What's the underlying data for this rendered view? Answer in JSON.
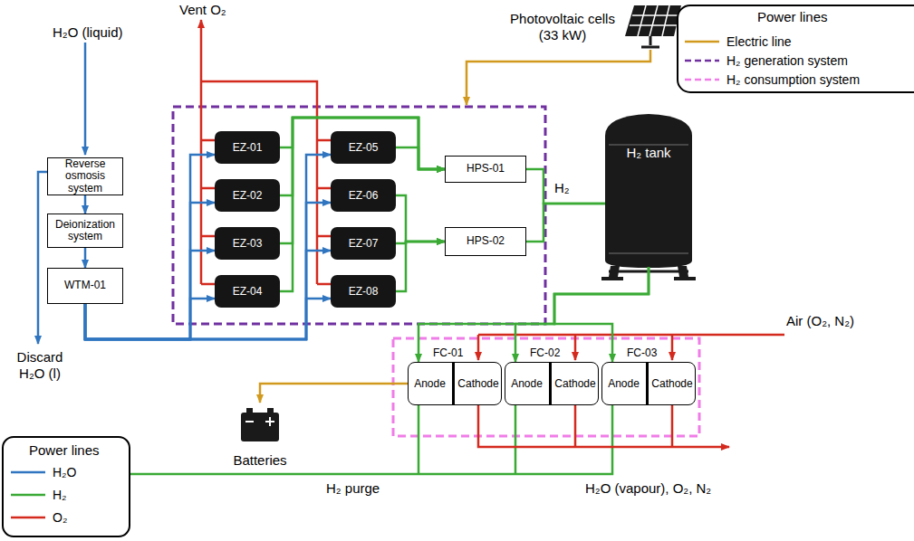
{
  "diagram": {
    "nodes": [
      {
        "text": [
          "Reverse osmosis system"
        ]
      },
      {
        "text": [
          "Deionization system"
        ]
      },
      {
        "text": [
          "WTM-01"
        ]
      },
      {
        "text": [
          "EZ-01"
        ]
      },
      {
        "text": [
          "EZ-02"
        ]
      },
      {
        "text": [
          "EZ-03"
        ]
      },
      {
        "text": [
          "EZ-04"
        ]
      },
      {
        "text": [
          "EZ-05"
        ]
      },
      {
        "text": [
          "EZ-06"
        ]
      },
      {
        "text": [
          "EZ-07"
        ]
      },
      {
        "text": [
          "EZ-08"
        ]
      },
      {
        "text": [
          "HPS-01"
        ]
      },
      {
        "text": [
          "HPS-02"
        ]
      },
      {
        "text": [
          "H₂ tank"
        ]
      },
      {
        "text": [
          "Photovoltaic cells (33 kW)"
        ]
      },
      {
        "text": [
          "FC-01"
        ]
      },
      {
        "text": [
          "Anode"
        ],
        "in": 15
      },
      {
        "text": [
          "Cathode"
        ],
        "in": 15
      },
      {
        "text": [
          "FC-02"
        ]
      },
      {
        "text": [
          "Anode"
        ],
        "in": 18
      },
      {
        "text": [
          "Cathode"
        ],
        "in": 18
      },
      {
        "text": [
          "FC-03"
        ]
      },
      {
        "text": [
          "Anode"
        ],
        "in": 21
      },
      {
        "text": [
          "Cathode"
        ],
        "in": 21
      },
      {
        "text": [
          "Batteries"
        ]
      }
    ],
    "edges": [
      {
        "from": 0,
        "to": 1,
        "arrow": "to"
      },
      {
        "from": 1,
        "to": 2,
        "arrow": "to"
      },
      {
        "from": 2,
        "to": 3,
        "arrow": "to"
      },
      {
        "from": 2,
        "to": 4,
        "arrow": "to"
      },
      {
        "from": 2,
        "to": 5,
        "arrow": "to"
      },
      {
        "from": 2,
        "to": 6,
        "arrow": "to"
      },
      {
        "from": 2,
        "to": 7,
        "arrow": "to"
      },
      {
        "from": 2,
        "to": 8,
        "arrow": "to"
      },
      {
        "from": 2,
        "to": 9,
        "arrow": "to"
      },
      {
        "from": 2,
        "to": 10,
        "arrow": "to"
      },
      {
        "from": 3,
        "to": 11,
        "arrow": "to"
      },
      {
        "from": 4,
        "to": 11,
        "arrow": "to"
      },
      {
        "from": 5,
        "to": 11,
        "arrow": "to"
      },
      {
        "from": 6,
        "to": 11,
        "arrow": "to"
      },
      {
        "from": 7,
        "to": 11,
        "arrow": "to"
      },
      {
        "from": 8,
        "to": 12,
        "arrow": "to"
      },
      {
        "from": 9,
        "to": 12,
        "arrow": "to"
      },
      {
        "from": 10,
        "to": 12,
        "arrow": "to"
      },
      {
        "from": 11,
        "to": 13,
        "arrow": "none"
      },
      {
        "from": 12,
        "to": 13,
        "arrow": "none"
      },
      {
        "from": 13,
        "to": 16,
        "arrow": "to"
      },
      {
        "from": 13,
        "to": 19,
        "arrow": "to"
      },
      {
        "from": 13,
        "to": 22,
        "arrow": "to"
      },
      {
        "from": 15,
        "to": 24,
        "arrow": "to"
      }
    ],
    "labels": [
      "H₂O (liquid)",
      "Vent O₂",
      "Discard H₂O (l)",
      "H₂",
      "Air (O₂, N₂)",
      "H₂ purge",
      "H₂O (vapour), O₂, N₂",
      "Power lines",
      "Power lines"
    ],
    "legend": [
      {
        "text": "Electric line"
      },
      {
        "text": "H₂ generation system"
      },
      {
        "text": "H₂ consumption system"
      },
      {
        "text": "H₂O"
      },
      {
        "text": "H₂"
      },
      {
        "text": "O₂"
      }
    ]
  }
}
